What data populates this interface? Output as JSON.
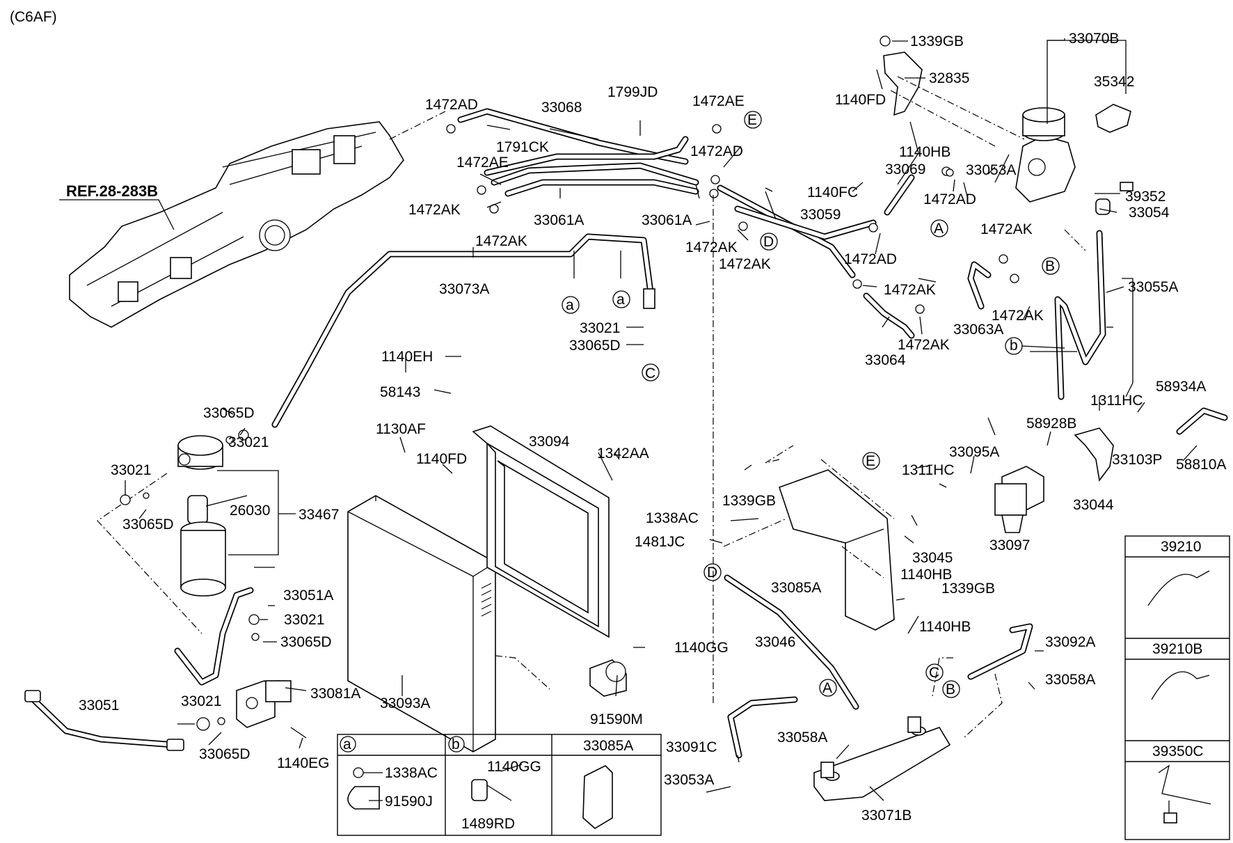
{
  "diagram_code": "(C6AF)",
  "reference": "REF.28-283B",
  "parts": {
    "p1339GB_a": "1339GB",
    "p33070B": "33070B",
    "p32835": "32835",
    "p35342": "35342",
    "p1140FD_a": "1140FD",
    "p1799JD": "1799JD",
    "p1472AD_a": "1472AD",
    "p33068": "33068",
    "p1472AE_a": "1472AE",
    "p1791CK": "1791CK",
    "p1472AE_b": "1472AE",
    "p1472AD_b": "1472AD",
    "p1140HB_a": "1140HB",
    "p33069": "33069",
    "p33053A_a": "33053A",
    "p1472AD_c": "1472AD",
    "p39352": "39352",
    "p33054": "33054",
    "p1472AK_a": "1472AK",
    "p33061A_a": "33061A",
    "p33061A_b": "33061A",
    "p1140FC": "1140FC",
    "p33059": "33059",
    "p1472AK_b": "1472AK",
    "p1472AK_c": "1472AK",
    "p1472AK_d": "1472AK",
    "p1472AD_d": "1472AD",
    "p1472AK_e": "1472AK",
    "p1472AK_f": "1472AK",
    "p33055A": "33055A",
    "p33073A": "33073A",
    "p1472AK_g": "1472AK",
    "p1472AK_h": "1472AK",
    "p33063A": "33063A",
    "p33064": "33064",
    "p33021_a": "33021",
    "p33065D_a": "33065D",
    "p1140EH": "1140EH",
    "p58143": "58143",
    "p33065D_b": "33065D",
    "p33021_b": "33021",
    "p1130AF": "1130AF",
    "p33094": "33094",
    "p1140FD_b": "1140FD",
    "p1342AA": "1342AA",
    "p58934A": "58934A",
    "p1311HC_a": "1311HC",
    "p58928B": "58928B",
    "p33095A": "33095A",
    "p33103P": "33103P",
    "p58810A": "58810A",
    "p33021_c": "33021",
    "p26030": "26030",
    "p33467": "33467",
    "p33065D_c": "33065D",
    "p1339GB_b": "1339GB",
    "p1311HC_b": "1311HC",
    "p33044": "33044",
    "p1338AC_a": "1338AC",
    "p1481JC": "1481JC",
    "p33045": "33045",
    "p33097": "33097",
    "p1140HB_b": "1140HB",
    "p33085A_a": "33085A",
    "p1339GB_c": "1339GB",
    "p33051A": "33051A",
    "p33021_d": "33021",
    "p33065D_d": "33065D",
    "p33046": "33046",
    "p1140HB_c": "1140HB",
    "p33092A": "33092A",
    "p1140GG_a": "1140GG",
    "p33058A_a": "33058A",
    "p33051": "33051",
    "p33081A": "33081A",
    "p33021_e": "33021",
    "p33093A": "33093A",
    "p91590M": "91590M",
    "p33091C": "33091C",
    "p33058A_b": "33058A",
    "p33065D_e": "33065D",
    "p1140EG": "1140EG",
    "p33053A_b": "33053A",
    "p33071B": "33071B",
    "p39210": "39210",
    "p39210B": "39210B",
    "p39350C": "39350C"
  },
  "callouts": [
    "a",
    "a",
    "C",
    "E",
    "D",
    "A",
    "B",
    "b",
    "E",
    "D",
    "C",
    "B",
    "A"
  ],
  "legend_table": {
    "headers": [
      "a",
      "b",
      "33085A"
    ],
    "col_a_parts": [
      "1338AC",
      "91590J"
    ],
    "col_b_parts": [
      "1140GG",
      "1489RD"
    ]
  }
}
